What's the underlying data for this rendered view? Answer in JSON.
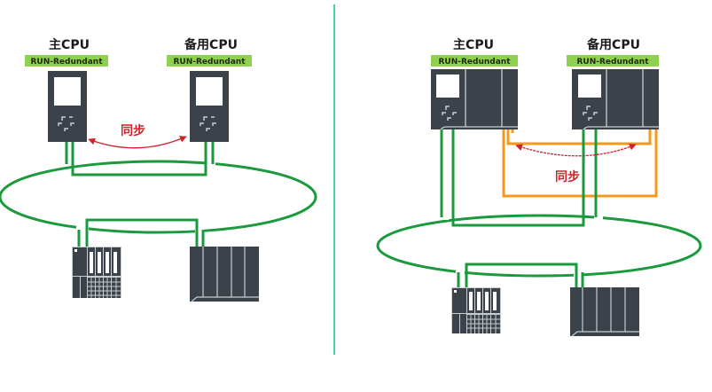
{
  "colors": {
    "divider": "#3fd6b0",
    "network": "#1a9a3c",
    "device": "#3c424a",
    "device_line": "#c8ccd2",
    "badge": "#8fd14f",
    "sync_arrow": "#d0202a",
    "sync_cable": "#f39a1e"
  },
  "left": {
    "primary": {
      "title": "主CPU",
      "status": "RUN-Redundant"
    },
    "backup": {
      "title": "备用CPU",
      "status": "RUN-Redundant"
    },
    "sync_label": "同步"
  },
  "right": {
    "primary": {
      "title": "主CPU",
      "status": "RUN-Redundant"
    },
    "backup": {
      "title": "备用CPU",
      "status": "RUN-Redundant"
    },
    "sync_label": "同步"
  }
}
